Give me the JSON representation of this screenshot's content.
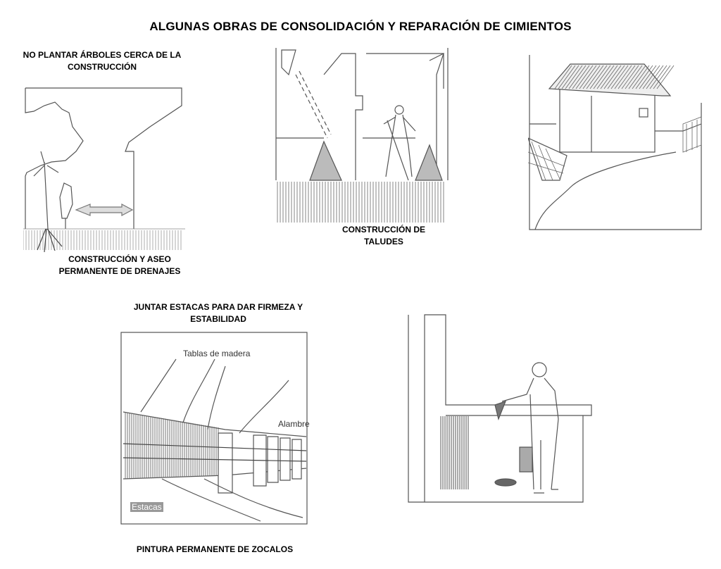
{
  "title": "ALGUNAS OBRAS DE CONSOLIDACIÓN Y REPARACIÓN DE CIMIENTOS",
  "captions": {
    "no_trees": "NO PLANTAR ÁRBOLES CERCA DE LA CONSTRUCCIÓN",
    "drainage": "CONSTRUCCIÓN Y ASEO PERMANENTE DE DRENAJES",
    "slopes": "CONSTRUCCIÓN DE TALUDES",
    "stakes": "JUNTAR ESTACAS PARA DAR FIRMEZA Y ESTABILIDAD",
    "painting": "PINTURA PERMANENTE DE ZOCALOS"
  },
  "fence_labels": {
    "boards": "Tablas de madera",
    "wire": "Alambre",
    "stakes": "Estacas"
  }
}
